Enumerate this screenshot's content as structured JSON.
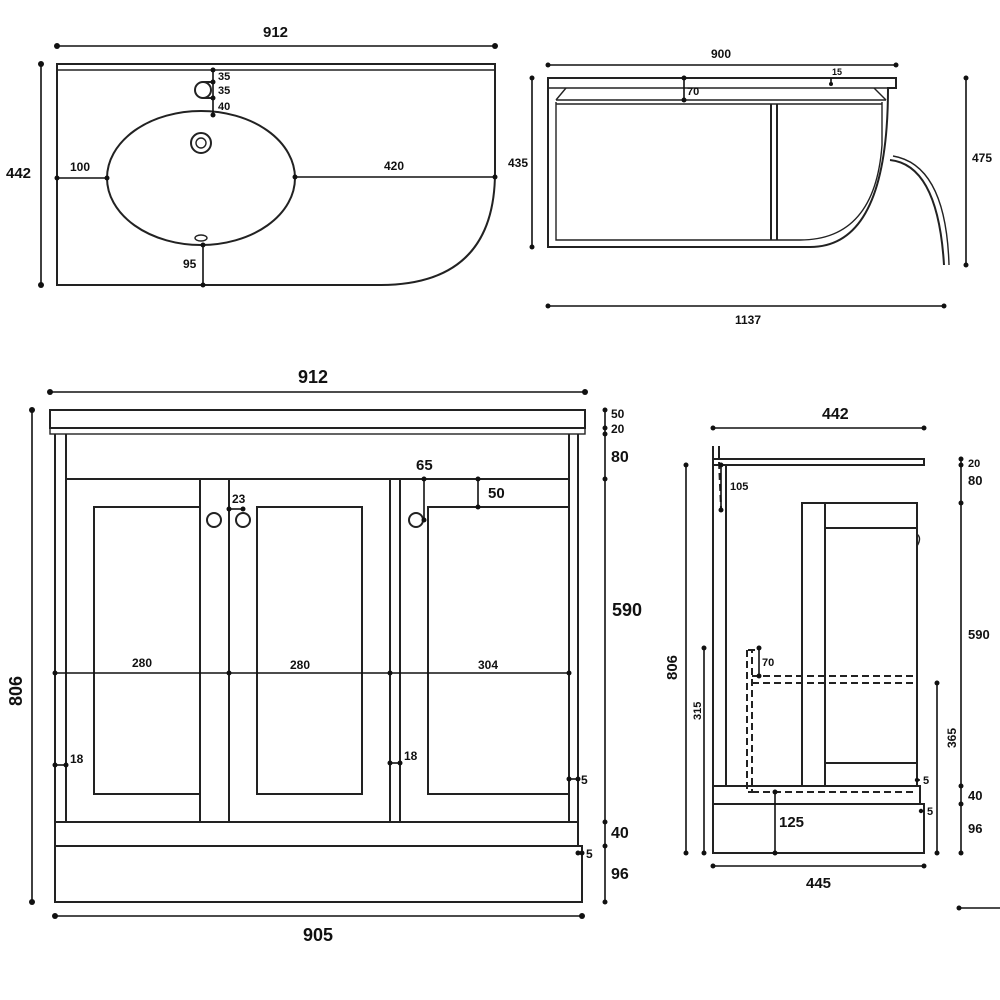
{
  "top_view": {
    "width": "912",
    "depth": "442",
    "tap_35a": "35",
    "tap_35b": "35",
    "tap_40": "40",
    "left_100": "100",
    "right_420": "420",
    "front_95": "95"
  },
  "plan_view": {
    "width_900": "900",
    "inner_70": "70",
    "lip_15": "15",
    "depth_435": "435",
    "depth_475": "475",
    "overall_1137": "1137"
  },
  "front_view": {
    "width_912": "912",
    "height_806": "806",
    "base_905": "905",
    "top_50": "50",
    "top_20": "20",
    "rail_80": "80",
    "door_590": "590",
    "plinth_40": "40",
    "plinth_96": "96",
    "gap_5a": "5",
    "gap_5b": "5",
    "handle_65": "65",
    "handle_50": "50",
    "handle_23": "23",
    "door_280a": "280",
    "door_280b": "280",
    "door_304": "304",
    "stile_18a": "18",
    "stile_18b": "18"
  },
  "side_view": {
    "depth_442": "442",
    "height_806": "806",
    "base_445": "445",
    "top_20": "20",
    "rail_80": "80",
    "door_590": "590",
    "plinth_40": "40",
    "plinth_96": "96",
    "back_105": "105",
    "waste_315": "315",
    "shelf_70": "70",
    "shelf_365": "365",
    "kick_125": "125",
    "gap_5a": "5",
    "gap_5b": "5"
  }
}
